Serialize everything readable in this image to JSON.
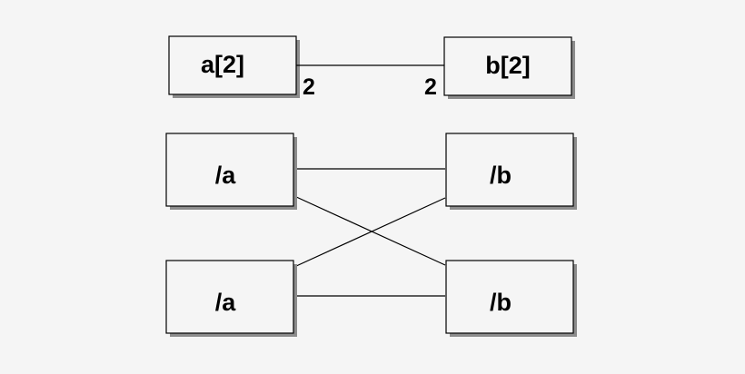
{
  "colors": {
    "background": "#f5f5f5",
    "box_fill": "#f5f5f5",
    "stroke": "#000000",
    "shadow": "#8c8c8c"
  },
  "top": {
    "left_box": {
      "label": "a[2]"
    },
    "right_box": {
      "label": "b[2]"
    },
    "left_multiplicity": "2",
    "right_multiplicity": "2"
  },
  "bottom": {
    "a_upper": {
      "label": "/a"
    },
    "b_upper": {
      "label": "/b"
    },
    "a_lower": {
      "label": "/a"
    },
    "b_lower": {
      "label": "/b"
    }
  }
}
